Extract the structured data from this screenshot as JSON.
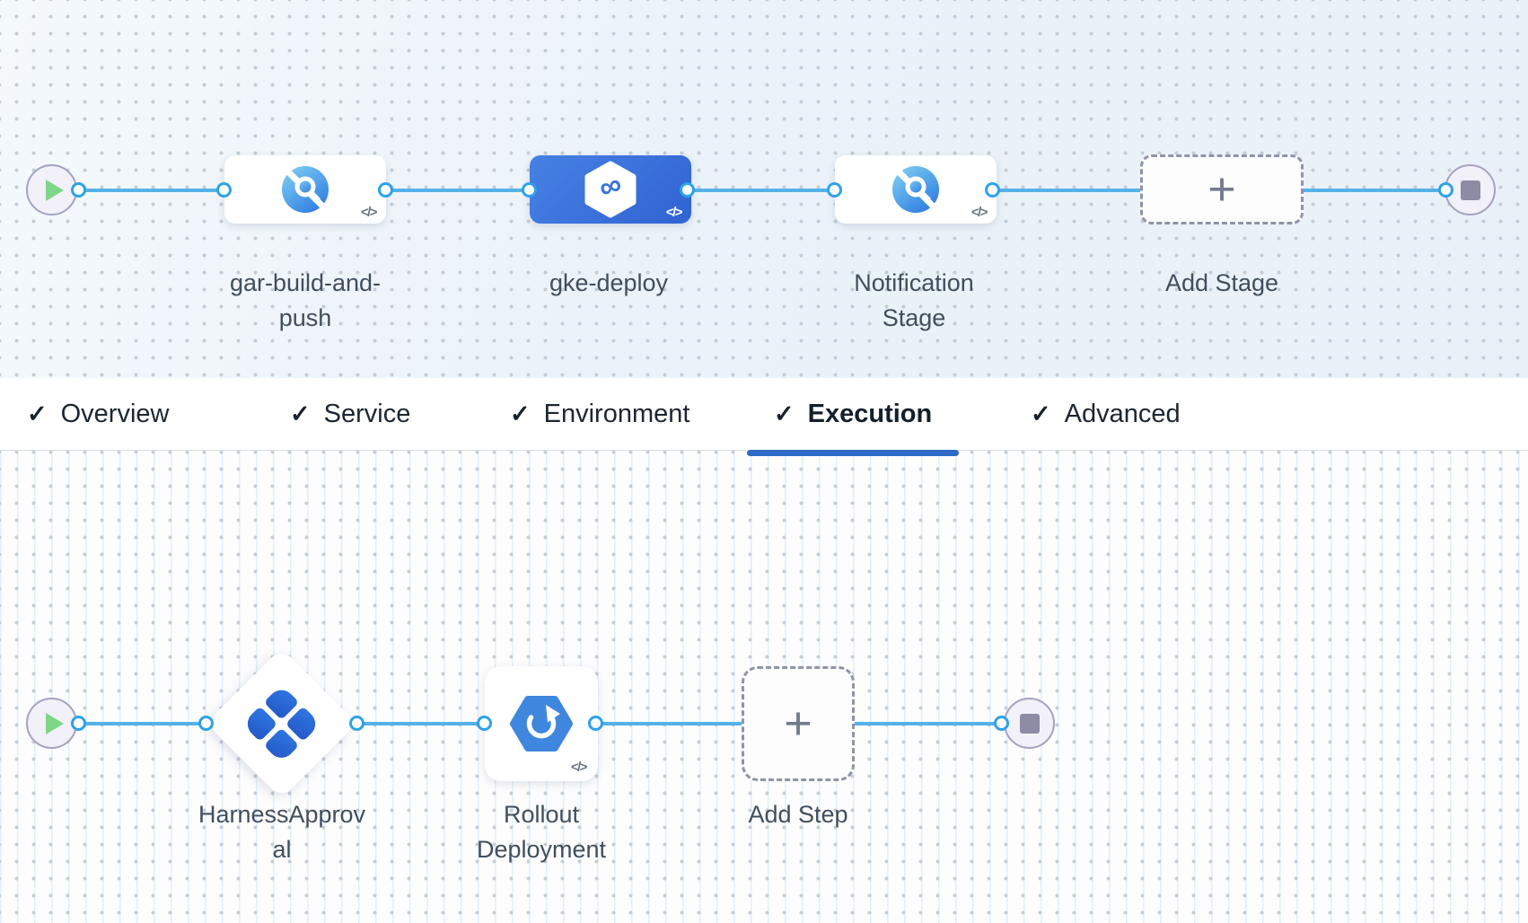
{
  "ui": {
    "check_glyph": "✓",
    "plus_glyph": "+",
    "code_badge": "</>",
    "infinity_glyph": "∞"
  },
  "colors": {
    "accent_blue": "#2e6ac6",
    "connector_line": "#55b2e9",
    "connector_dot_border": "#2ea2e8",
    "selected_stage_blue": "#3c72da",
    "play_green": "#7ed687",
    "node_fill": "#f2f0f9",
    "node_border": "#a5a2c0",
    "label_text": "#414e5c",
    "icon_blue": "#2c70de",
    "gke_hex_blue": "#3f86de"
  },
  "stage_pipeline": {
    "stages": [
      {
        "name": "gar-build-and-push",
        "type": "build",
        "selected": false
      },
      {
        "name": "gke-deploy",
        "type": "deploy",
        "selected": true
      },
      {
        "name": "Notification Stage",
        "type": "custom",
        "selected": false
      }
    ],
    "add_stage_label": "Add Stage"
  },
  "tab_bar": {
    "active_tab": "Execution",
    "tabs": [
      {
        "label": "Overview",
        "checked": true
      },
      {
        "label": "Service",
        "checked": true
      },
      {
        "label": "Environment",
        "checked": true
      },
      {
        "label": "Execution",
        "checked": true
      },
      {
        "label": "Advanced",
        "checked": true
      }
    ]
  },
  "execution_flow": {
    "steps": [
      {
        "name": "HarnessApproval",
        "type": "approval",
        "shape": "diamond"
      },
      {
        "name": "Rollout Deployment",
        "type": "gke-rollout",
        "shape": "card"
      }
    ],
    "add_step_label": "Add Step"
  }
}
